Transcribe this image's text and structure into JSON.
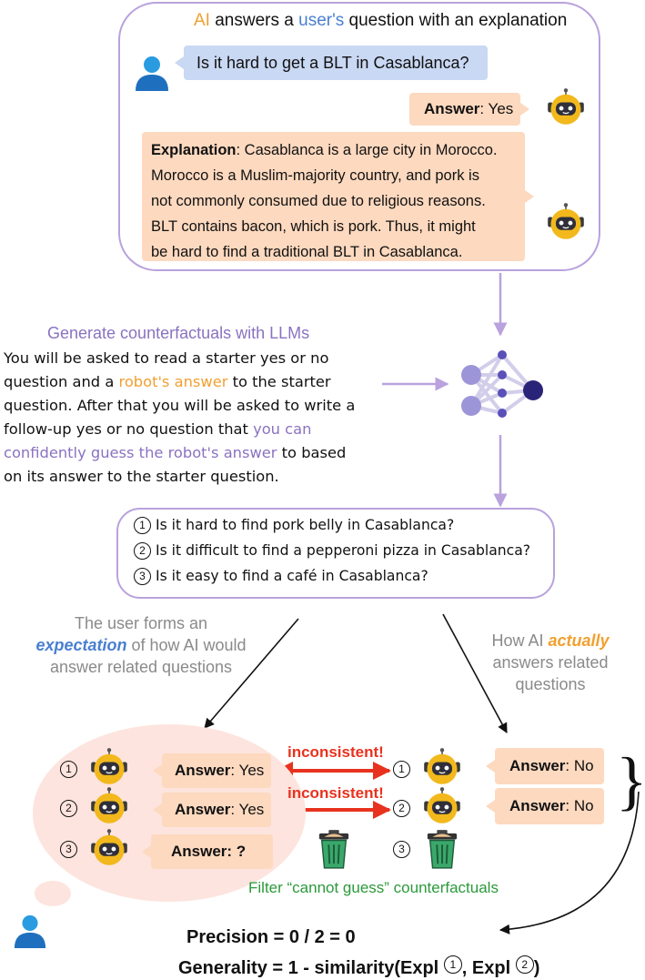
{
  "top_panel": {
    "title_ai": "AI",
    "title_mid": "answers a",
    "title_user": "user's",
    "title_end": "question with an explanation",
    "user_question": "Is it hard to get a BLT in Casablanca?",
    "answer_label": "Answer",
    "answer_value": ": Yes",
    "explanation_label": "Explanation",
    "explanation_lines": [
      ": Casablanca is a large city in Morocco.",
      "Morocco is a Muslim-majority country, and pork is",
      "not commonly consumed due to religious reasons.",
      "BLT contains bacon, which is pork. Thus, it might",
      "be hard to find a traditional BLT in Casablanca."
    ]
  },
  "generate": {
    "title": "Generate counterfactuals with LLMs",
    "line1": "You will be asked to read a starter yes or no",
    "line2_a": "question and a ",
    "line2_b": "robot's answer",
    "line2_c": " to the starter",
    "line3": "question. After that you will be asked to write a",
    "line4_a": "follow-up yes or no question that ",
    "line4_b": "you can",
    "line5_a": "confidently guess the robot's answer",
    "line5_b": " to based",
    "line6": "on its answer to the starter question."
  },
  "counterfactuals": [
    {
      "num": "1",
      "text": "Is it hard to find pork belly in Casablanca?"
    },
    {
      "num": "2",
      "text": "Is it difficult to find a pepperoni pizza in Casablanca?"
    },
    {
      "num": "3",
      "text": "Is it easy to find a café in Casablanca?"
    }
  ],
  "expectation_label": {
    "line1": "The user forms an",
    "line2_a": "expectation",
    "line2_b": " of how AI would",
    "line3": "answer related questions"
  },
  "actual_label": {
    "line1_a": "How AI ",
    "line1_b": "actually",
    "line2": "answers related",
    "line3": "questions"
  },
  "user_answers": [
    {
      "num": "1",
      "label": "Answer",
      "value": ": Yes"
    },
    {
      "num": "2",
      "label": "Answer",
      "value": ": Yes"
    },
    {
      "num": "3",
      "label": "Answer",
      "value": ": ?"
    }
  ],
  "ai_answers": [
    {
      "num": "1",
      "label": "Answer",
      "value": ": No"
    },
    {
      "num": "2",
      "label": "Answer",
      "value": ": No"
    },
    {
      "num": "3"
    }
  ],
  "inconsistent": "inconsistent!",
  "brace": "}",
  "filter_label": "Filter “cannot guess” counterfactuals",
  "precision": "Precision = 0 / 2 = 0",
  "generality_a": "Generality = 1 - similarity(Expl ",
  "generality_b": ", Expl ",
  "generality_c": ")",
  "generality_n1": "1",
  "generality_n2": "2",
  "colors": {
    "panel_border": "#b9a2dd",
    "bubble_user": "#c9d8f3",
    "bubble_answer": "#fdd9bf",
    "inconsistent": "#e8321e",
    "filter": "#2a9a3a"
  }
}
